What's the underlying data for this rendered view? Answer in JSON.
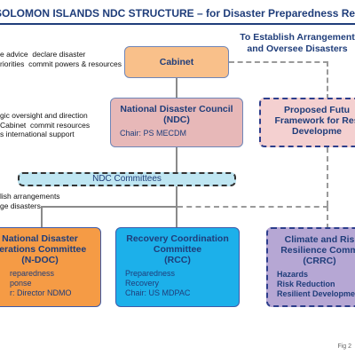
{
  "header": {
    "title": "SOLOMON ISLANDS NDC STRUCTURE – for Disaster Preparedness Response and Recovery"
  },
  "notes": {
    "left_top": [
      "e advice  declare disaster",
      "riorities  commit powers & resources"
    ],
    "left_mid": [
      "gic oversight and direction",
      "Cabinet  commit resources",
      "s international support"
    ],
    "left_low": [
      "lish arrangements",
      "ge disasters"
    ],
    "right_top": [
      "To Establish Arrangement",
      "and Oversee Disasters"
    ]
  },
  "boxes": {
    "cabinet": {
      "title": "Cabinet"
    },
    "ndc": {
      "title_lines": [
        "National Disaster Council",
        "(NDC)"
      ],
      "chair": "Chair: PS MECDM"
    },
    "future": {
      "title_lines": [
        "Proposed Futu",
        "Framework for Res",
        "Developme"
      ]
    },
    "committees": {
      "title": "NDC Committees"
    },
    "ndoc": {
      "title_lines": [
        "National Disaster",
        "perations Committee",
        "(N-DOC)"
      ],
      "items": [
        "reparedness",
        "ponse",
        "r: Director NDMO"
      ]
    },
    "rcc": {
      "title_lines": [
        "Recovery Coordination",
        "Committee",
        "(RCC)"
      ],
      "items": [
        "Preparedness",
        "Recovery",
        "Chair: US MDPAC"
      ]
    },
    "crrc": {
      "title_lines": [
        "Climate and Ris",
        "Resilience Comm",
        "(CRRC)"
      ],
      "items": [
        "Hazards",
        "Risk Reduction",
        "Resilient Developmen"
      ]
    }
  },
  "footer": {
    "fig_label": "Fig 2"
  },
  "colors": {
    "title": "#1f3d7a",
    "cabinet_fill": "#f9c08a",
    "ndc_fill": "#e7b8b8",
    "future_fill": "#f4d0d0",
    "committees_fill": "#bfe6f2",
    "ndoc_fill": "#f59b45",
    "rcc_fill": "#1cb0ea",
    "crrc_fill": "#b6a7d4"
  }
}
